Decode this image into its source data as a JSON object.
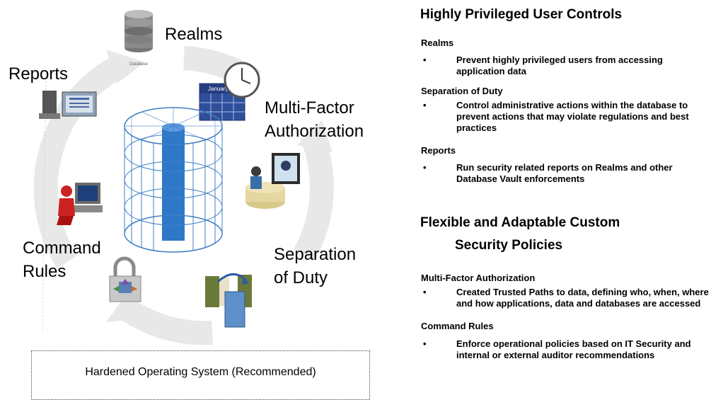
{
  "diagram": {
    "labels": {
      "realms": "Realms",
      "reports": "Reports",
      "mfa_line1": "Multi-Factor",
      "mfa_line2": "Authorization",
      "command_line1": "Command",
      "command_line2": "Rules",
      "sod_line1": "Separation",
      "sod_line2": "of Duty"
    },
    "database_caption": "Database",
    "calendar_month": "January",
    "os_box_label": "Hardened Operating System (Recommended)"
  },
  "panel": {
    "section1": {
      "title": "Highly Privileged User Controls",
      "groups": [
        {
          "heading": "Realms",
          "bullets": [
            "Prevent highly privileged users from accessing application data"
          ]
        },
        {
          "heading": "Separation of Duty",
          "bullets": [
            "Control administrative actions within the database to prevent actions that may violate regulations and best practices"
          ]
        },
        {
          "heading": "Reports",
          "bullets": [
            "Run security related reports on Realms and other Database Vault enforcements"
          ]
        }
      ]
    },
    "section2": {
      "title_line1": "Flexible and Adaptable Custom",
      "title_line2": "Security Policies",
      "groups": [
        {
          "heading": "Multi-Factor Authorization",
          "bullets": [
            "Created Trusted Paths to data, defining who, when, where and how applications, data and databases are accessed"
          ]
        },
        {
          "heading": "Command Rules",
          "bullets": [
            "Enforce operational policies based on IT Security and internal or external auditor recommendations"
          ]
        }
      ]
    },
    "bullet_char": "•"
  },
  "colors": {
    "cylinder_stroke": "#3f7fc4",
    "cylinder_core": "#2e78c8",
    "arrow_gray": "#e6e6e6",
    "calendar_blue": "#2f4f9a"
  }
}
